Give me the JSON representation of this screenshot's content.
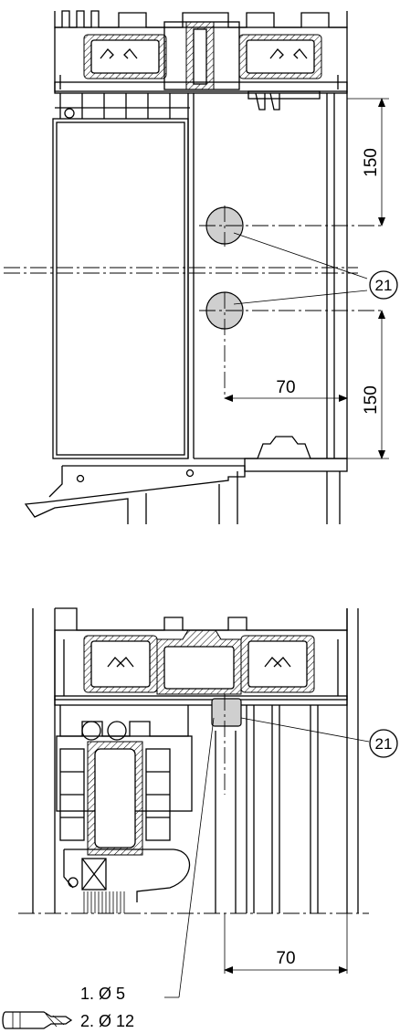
{
  "top_view": {
    "dim_upper": "150",
    "dim_lower": "150",
    "dim_horizontal": "70",
    "callout": "21"
  },
  "bottom_view": {
    "callout": "21",
    "dim_horizontal": "70"
  },
  "drill": {
    "icon": "drill-bit-icon",
    "step1": "1. Ø 5",
    "step2": "2. Ø 12"
  }
}
